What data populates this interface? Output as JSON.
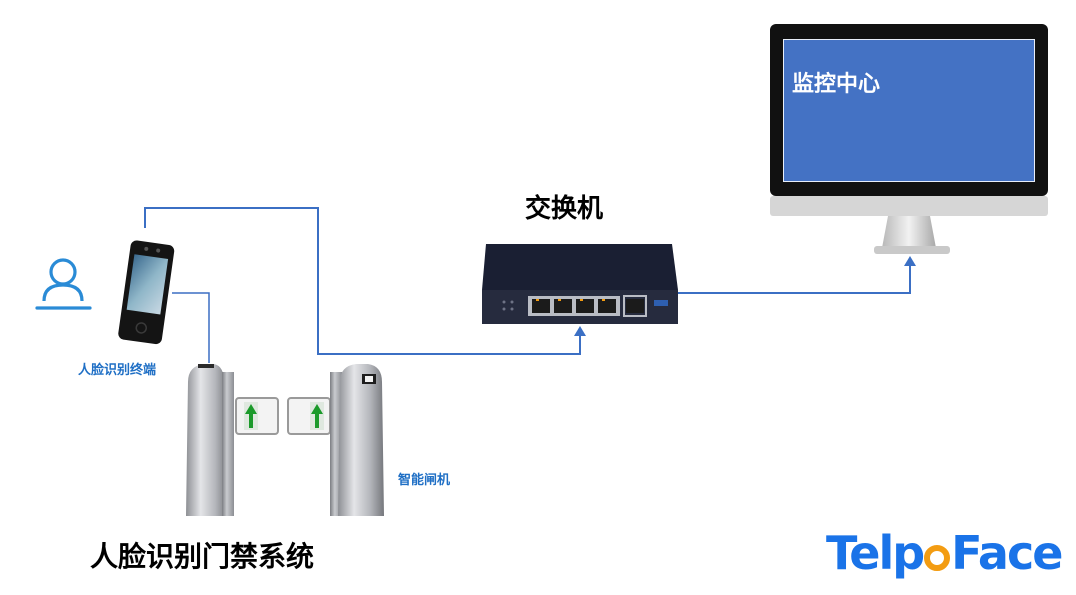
{
  "diagram": {
    "title": "人脸识别门禁系统",
    "nodes": {
      "monitor": {
        "label": "监控中心",
        "screen_color": "#4472c4"
      },
      "switch": {
        "label": "交换机"
      },
      "terminal": {
        "label": "人脸识别终端"
      },
      "gate": {
        "label": "智能闸机"
      }
    },
    "wire_color": "#3b6fc4",
    "label_color": "#1f6fc5"
  },
  "brand": {
    "part1": "Telp",
    "part2": "Face",
    "color_main": "#1a73e8",
    "color_accent": "#f39c12"
  }
}
